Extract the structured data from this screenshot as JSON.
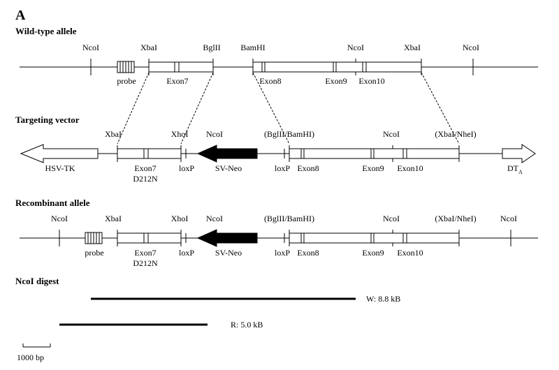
{
  "panel_label": "A",
  "headings": {
    "wild_type": "Wild-type allele",
    "targeting_vector": "Targeting vector",
    "recombinant": "Recombinant allele",
    "digest": "NcoI digest"
  },
  "wild_type": {
    "sites": {
      "ncoi_1": "NcoI",
      "xbai_1": "XbaI",
      "bglii": "BglII",
      "bamhi": "BamHI",
      "ncoi_2": "NcoI",
      "xbai_2": "XbaI",
      "ncoi_3": "NcoI"
    },
    "labels": {
      "probe": "probe",
      "exon7": "Exon7",
      "exon8": "Exon8",
      "exon9": "Exon9",
      "exon10": "Exon10"
    }
  },
  "targeting_vector": {
    "sites": {
      "xbai": "XbaI",
      "xhoi": "XhoI",
      "ncoi_1": "NcoI",
      "bglii_bamhi": "(BglII/BamHI)",
      "ncoi_2": "NcoI",
      "xbai_nhei": "(XbaI/NheI)"
    },
    "labels": {
      "hsv_tk": "HSV-TK",
      "exon7": "Exon7",
      "mutation": "D212N",
      "loxp_1": "loxP",
      "sv_neo": "SV-Neo",
      "loxp_2": "loxP",
      "exon8": "Exon8",
      "exon9": "Exon9",
      "exon10": "Exon10",
      "dta": "DT",
      "dta_sub": "A"
    }
  },
  "recombinant": {
    "sites": {
      "ncoi_1": "NcoI",
      "xbai": "XbaI",
      "xhoi": "XhoI",
      "ncoi_2": "NcoI",
      "bglii_bamhi": "(BglII/BamHI)",
      "ncoi_3": "NcoI",
      "xbai_nhei": "(XbaI/NheI)",
      "ncoi_4": "NcoI"
    },
    "labels": {
      "probe": "probe",
      "exon7": "Exon7",
      "mutation": "D212N",
      "loxp_1": "loxP",
      "sv_neo": "SV-Neo",
      "loxp_2": "loxP",
      "exon8": "Exon8",
      "exon9": "Exon9",
      "exon10": "Exon10"
    }
  },
  "digest": {
    "wild_type_fragment": "W: 8.8 kB",
    "recombinant_fragment": "R: 5.0 kB"
  },
  "scale_bar": "1000 bp"
}
